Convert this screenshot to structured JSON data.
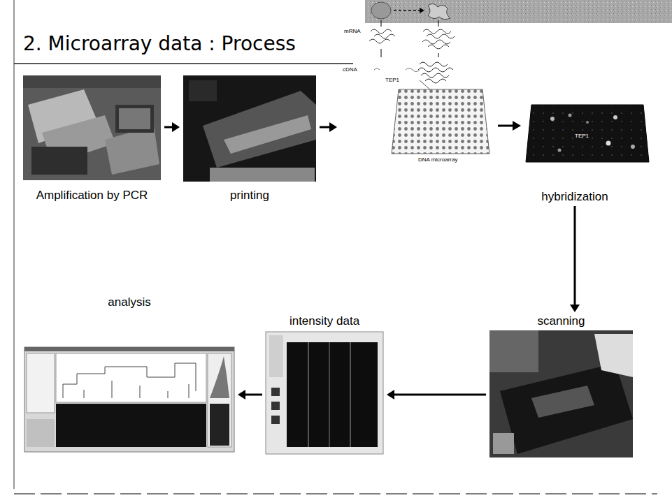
{
  "diagram": {
    "title": "2. Microarray data : Process",
    "nodes": [
      {
        "text": [
          "Amplification by PCR"
        ]
      },
      {
        "text": [
          "printing"
        ]
      },
      {
        "text": [
          "hybridization"
        ]
      },
      {
        "text": [
          "scanning"
        ]
      },
      {
        "text": [
          "intensity data"
        ]
      },
      {
        "text": [
          "analysis"
        ]
      }
    ],
    "edges": [
      {
        "from": 0,
        "to": 1,
        "arrow": "to"
      },
      {
        "from": 1,
        "to": 2,
        "arrow": "to"
      },
      {
        "from": 2,
        "to": 3,
        "arrow": "to"
      },
      {
        "from": 3,
        "to": 4,
        "arrow": "to"
      },
      {
        "from": 4,
        "to": 5,
        "arrow": "to"
      }
    ],
    "labels": [
      "mRNA",
      "cDNA",
      "TEP1",
      "DNA microarray",
      "TEP1"
    ]
  }
}
